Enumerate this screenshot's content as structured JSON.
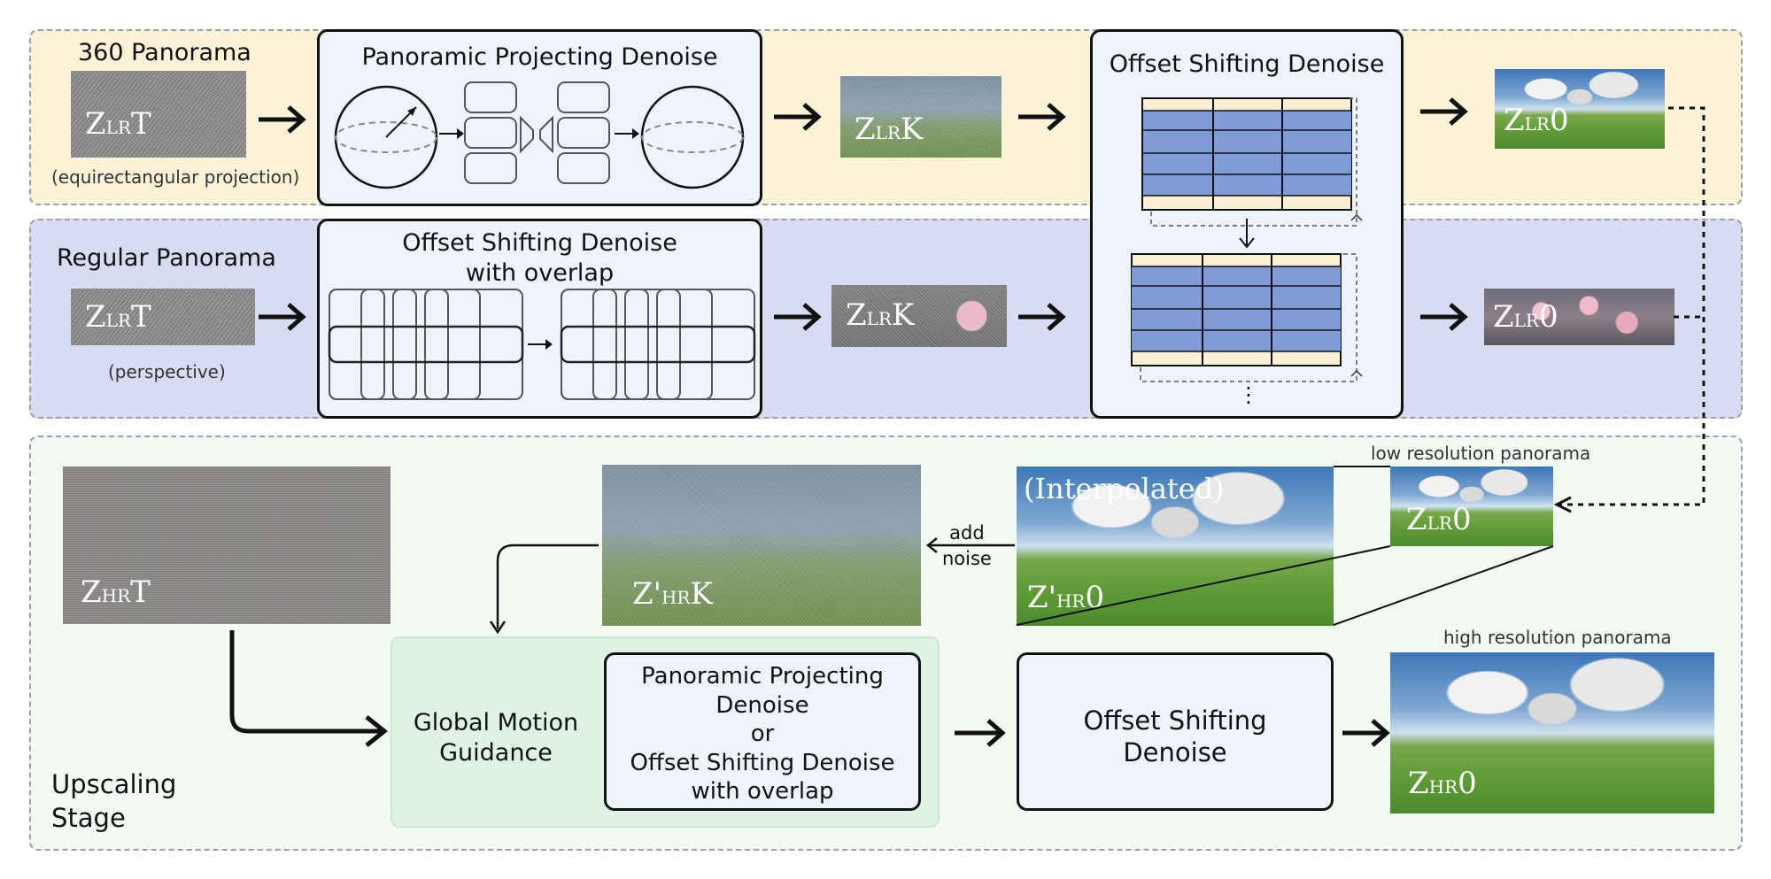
{
  "rows": {
    "row1": {
      "label": "360 Panorama",
      "caption": "(equirectangular projection)",
      "box_title": "Panoramic Projecting Denoise"
    },
    "row2": {
      "label": "Regular Panorama",
      "caption": "(perspective)",
      "box_title": "Offset Shifting Denoise\nwith overlap"
    },
    "shared_box_title": "Offset Shifting Denoise",
    "dots": "⋮"
  },
  "latents": {
    "zlr_t_1": {
      "main": "Z",
      "sub": "LR",
      "end": "T"
    },
    "zlr_k_1": {
      "main": "Z",
      "sub": "LR",
      "end": "K"
    },
    "zlr_0_1": {
      "main": "Z",
      "sub": "LR",
      "end": "0"
    },
    "zlr_t_2": {
      "main": "Z",
      "sub": "LR",
      "end": "T"
    },
    "zlr_k_2": {
      "main": "Z",
      "sub": "LR",
      "end": "K"
    },
    "zlr_0_2": {
      "main": "Z",
      "sub": "LR",
      "end": "0"
    },
    "zhr_t": {
      "main": "Z",
      "sub": "HR",
      "end": "T"
    },
    "zhr_k_prime": {
      "main": "Z'",
      "sub": "HR",
      "end": "K"
    },
    "zhr_0_prime": {
      "main": "Z'",
      "sub": "HR",
      "end": "0"
    },
    "zlr_0_up": {
      "main": "Z",
      "sub": "LR",
      "end": "0"
    },
    "zhr_0": {
      "main": "Z",
      "sub": "HR",
      "end": "0"
    }
  },
  "upscale": {
    "stage_label": "Upscaling\nStage",
    "interpolated": "(Interpolated)",
    "low_res_caption": "low resolution panorama",
    "high_res_caption": "high resolution panorama",
    "add_noise": "add\nnoise",
    "gmg_label": "Global Motion\nGuidance",
    "inner_box": "Panoramic Projecting\nDenoise\nor\nOffset Shifting Denoise\nwith overlap",
    "osd_box": "Offset Shifting\nDenoise"
  },
  "colors": {
    "row1_bg": "#fcf2d8",
    "row2_bg": "#d8dcf3",
    "row3_bg": "#f3f9f3",
    "box_bg": "#eef3fd",
    "gmg_bg": "#dff3e4",
    "grid_blue": "#7f9bd8",
    "grid_cream": "#fbf0d6"
  }
}
